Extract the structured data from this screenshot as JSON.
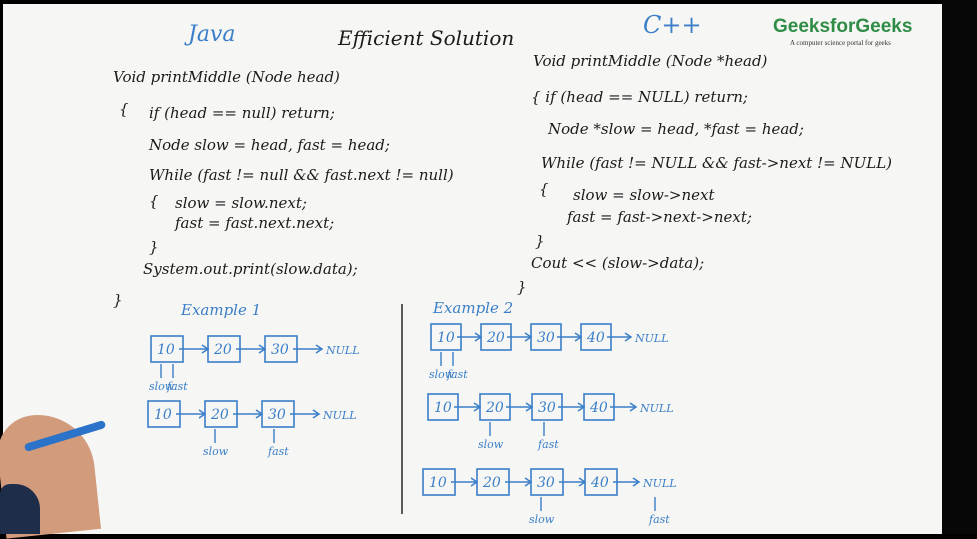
{
  "brand": {
    "name": "GeeksforGeeks",
    "tagline": "A computer science portal for geeks"
  },
  "titles": {
    "java": "Java",
    "main": "Efficient Solution",
    "cpp": "C++"
  },
  "java_code": [
    "Void printMiddle (Node head)",
    "{",
    "if (head == null) return;",
    "Node slow = head, fast = head;",
    "While (fast != null && fast.next != null)",
    "{",
    "slow = slow.next;",
    "fast = fast.next.next;",
    "}",
    "System.out.print(slow.data);",
    "}"
  ],
  "cpp_code": [
    "Void printMiddle (Node *head)",
    "{ if (head == NULL) return;",
    "Node *slow = head, *fast = head;",
    "While (fast != NULL && fast->next != NULL)",
    "{",
    "slow = slow->next",
    "fast = fast->next->next;",
    "}",
    "Cout << (slow->data);",
    "}"
  ],
  "examples": {
    "ex1": {
      "title": "Example 1",
      "rows": [
        {
          "nodes": [
            "10",
            "20",
            "30"
          ],
          "end": "NULL",
          "pointers": [
            "slow",
            "fast"
          ]
        },
        {
          "nodes": [
            "10",
            "20",
            "30"
          ],
          "end": "NULL",
          "pointers": [
            "slow",
            "fast"
          ]
        }
      ]
    },
    "ex2": {
      "title": "Example 2",
      "rows": [
        {
          "nodes": [
            "10",
            "20",
            "30",
            "40"
          ],
          "end": "NULL",
          "pointers": [
            "slow",
            "fast"
          ]
        },
        {
          "nodes": [
            "10",
            "20",
            "30",
            "40"
          ],
          "end": "NULL",
          "pointers": [
            "slow",
            "fast"
          ]
        },
        {
          "nodes": [
            "10",
            "20",
            "30",
            "40"
          ],
          "end": "NULL",
          "pointers": [
            "slow",
            "fast"
          ]
        }
      ]
    }
  },
  "colors": {
    "board": "#f6f6f4",
    "ink_black": "#1b1b1b",
    "ink_blue": "#3a7fc8",
    "brand_green": "#2f8d46"
  }
}
